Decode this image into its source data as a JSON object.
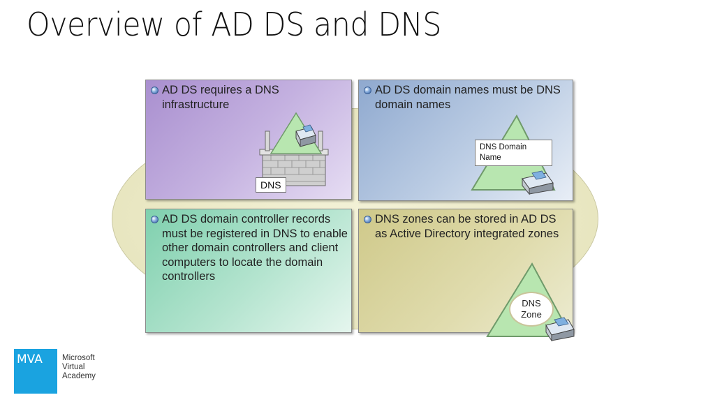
{
  "slide": {
    "title": "Overview of AD DS and DNS"
  },
  "panels": {
    "top_left": {
      "bullet": "AD DS requires a DNS infrastructure",
      "tag": "DNS"
    },
    "top_right": {
      "bullet": "AD DS domain names must be DNS domain names",
      "tag_line1": "DNS Domain",
      "tag_line2": "Name"
    },
    "bottom_left": {
      "bullet": "AD DS domain controller records must be registered in DNS to enable other domain controllers and client computers to locate the domain controllers"
    },
    "bottom_right": {
      "bullet": "DNS zones can be stored in AD DS as Active Directory integrated zones",
      "zone_line1": "DNS",
      "zone_line2": "Zone"
    }
  },
  "logo": {
    "mark": "MVA",
    "line1": "Microsoft",
    "line2": "Virtual",
    "line3": "Academy"
  },
  "colors": {
    "brand": "#1aa3e0",
    "triangle": "#b8e6b0"
  }
}
